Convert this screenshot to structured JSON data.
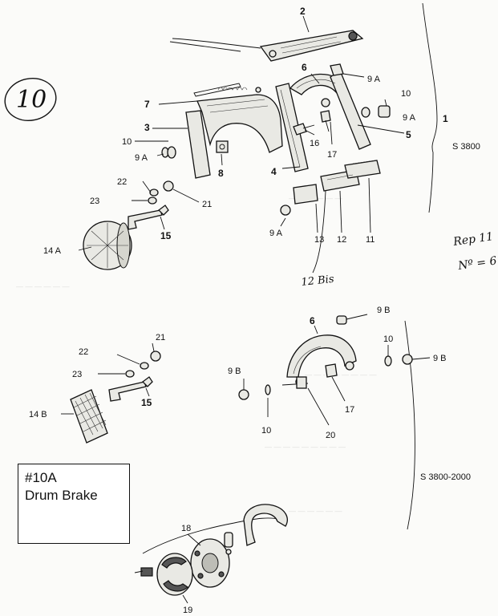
{
  "sheet": {
    "page_number": "10",
    "section_bracket": "1",
    "model_top": "S 3800",
    "model_bottom": "S 3800-2000",
    "margin_note_line1": "Rep 11",
    "margin_note_line2": "Nº = 6",
    "note_12bis": "12 Bis"
  },
  "caption": {
    "line1": "#10A",
    "line2": "Drum Brake"
  },
  "callouts": {
    "c1": "1",
    "c2": "2",
    "c3": "3",
    "c4": "4",
    "c5": "5",
    "c6_top": "6",
    "c6_bottom": "6",
    "c7": "7",
    "c8": "8",
    "c9a_1": "9 A",
    "c9a_2": "9 A",
    "c9a_3": "9 A",
    "c9a_4": "9 A",
    "c9b_1": "9 B",
    "c9b_2": "9 B",
    "c9b_3": "9 B",
    "c10_1": "10",
    "c10_2": "10",
    "c10_3": "10",
    "c10_4": "10",
    "c11": "11",
    "c12": "12",
    "c13": "13",
    "c14a": "14 A",
    "c14b": "14 B",
    "c15_top": "15",
    "c15_bottom": "15",
    "c16": "16",
    "c17_top": "17",
    "c17_bottom": "17",
    "c18": "18",
    "c19": "19",
    "c20": "20",
    "c21_top": "21",
    "c21_bottom": "21",
    "c22_top": "22",
    "c22_bottom": "22",
    "c23_top": "23",
    "c23_bottom": "23"
  }
}
